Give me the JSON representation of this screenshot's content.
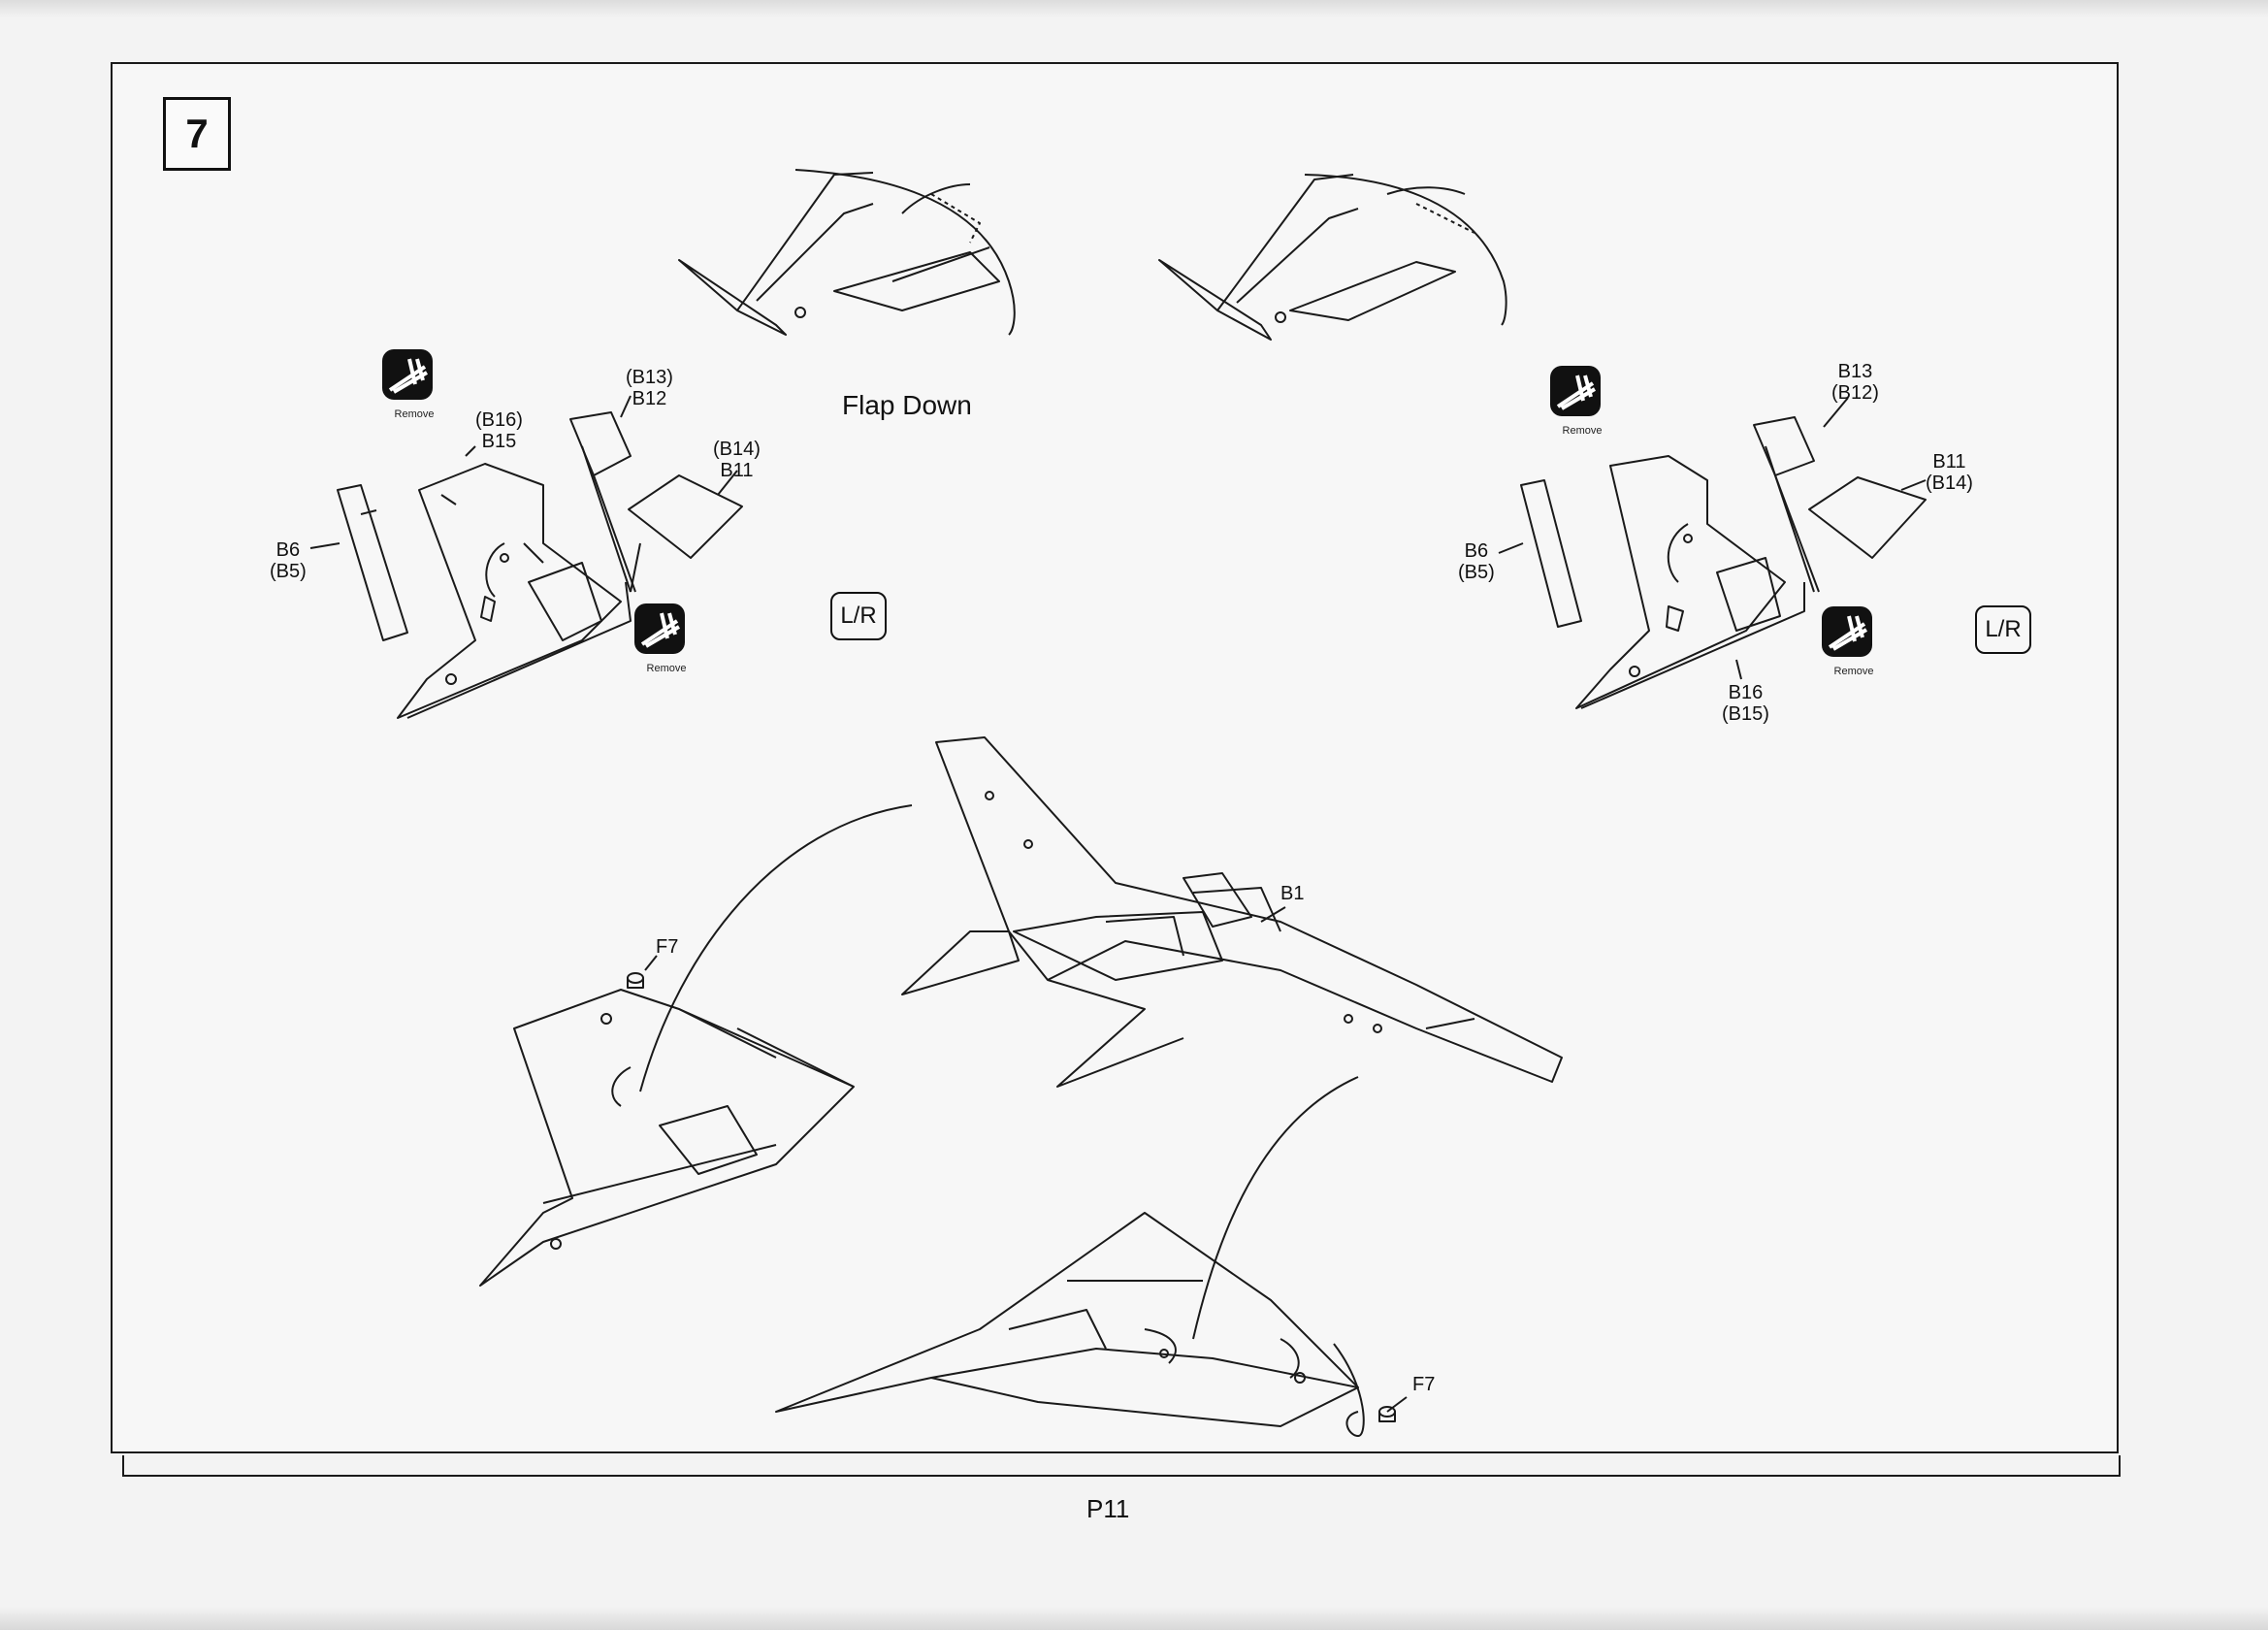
{
  "step": {
    "number": "7"
  },
  "labels": {
    "flap_down": "Flap Down",
    "left": {
      "b13_b12_top": "(B13)",
      "b13_b12_bottom": "B12",
      "b16_b15_top": "(B16)",
      "b16_b15_bottom": "B15",
      "b14_b11_top": "(B14)",
      "b14_b11_bottom": "B11",
      "b6_b5_top": "B6",
      "b6_b5_bottom": "(B5)"
    },
    "right": {
      "b13_b12_top": "B13",
      "b13_b12_bottom": "(B12)",
      "b11_b14_top": "B11",
      "b11_b14_bottom": "(B14)",
      "b6_b5_top": "B6",
      "b6_b5_bottom": "(B5)",
      "b16_b15_top": "B16",
      "b16_b15_bottom": "(B15)"
    },
    "bottom": {
      "b1": "B1",
      "f7_left": "F7",
      "f7_right": "F7"
    }
  },
  "lr_badge": "L/R",
  "remove_caption": "Remove",
  "icons": [
    "remove-icon",
    "remove-icon",
    "remove-icon",
    "remove-icon"
  ],
  "page_number": "P11"
}
